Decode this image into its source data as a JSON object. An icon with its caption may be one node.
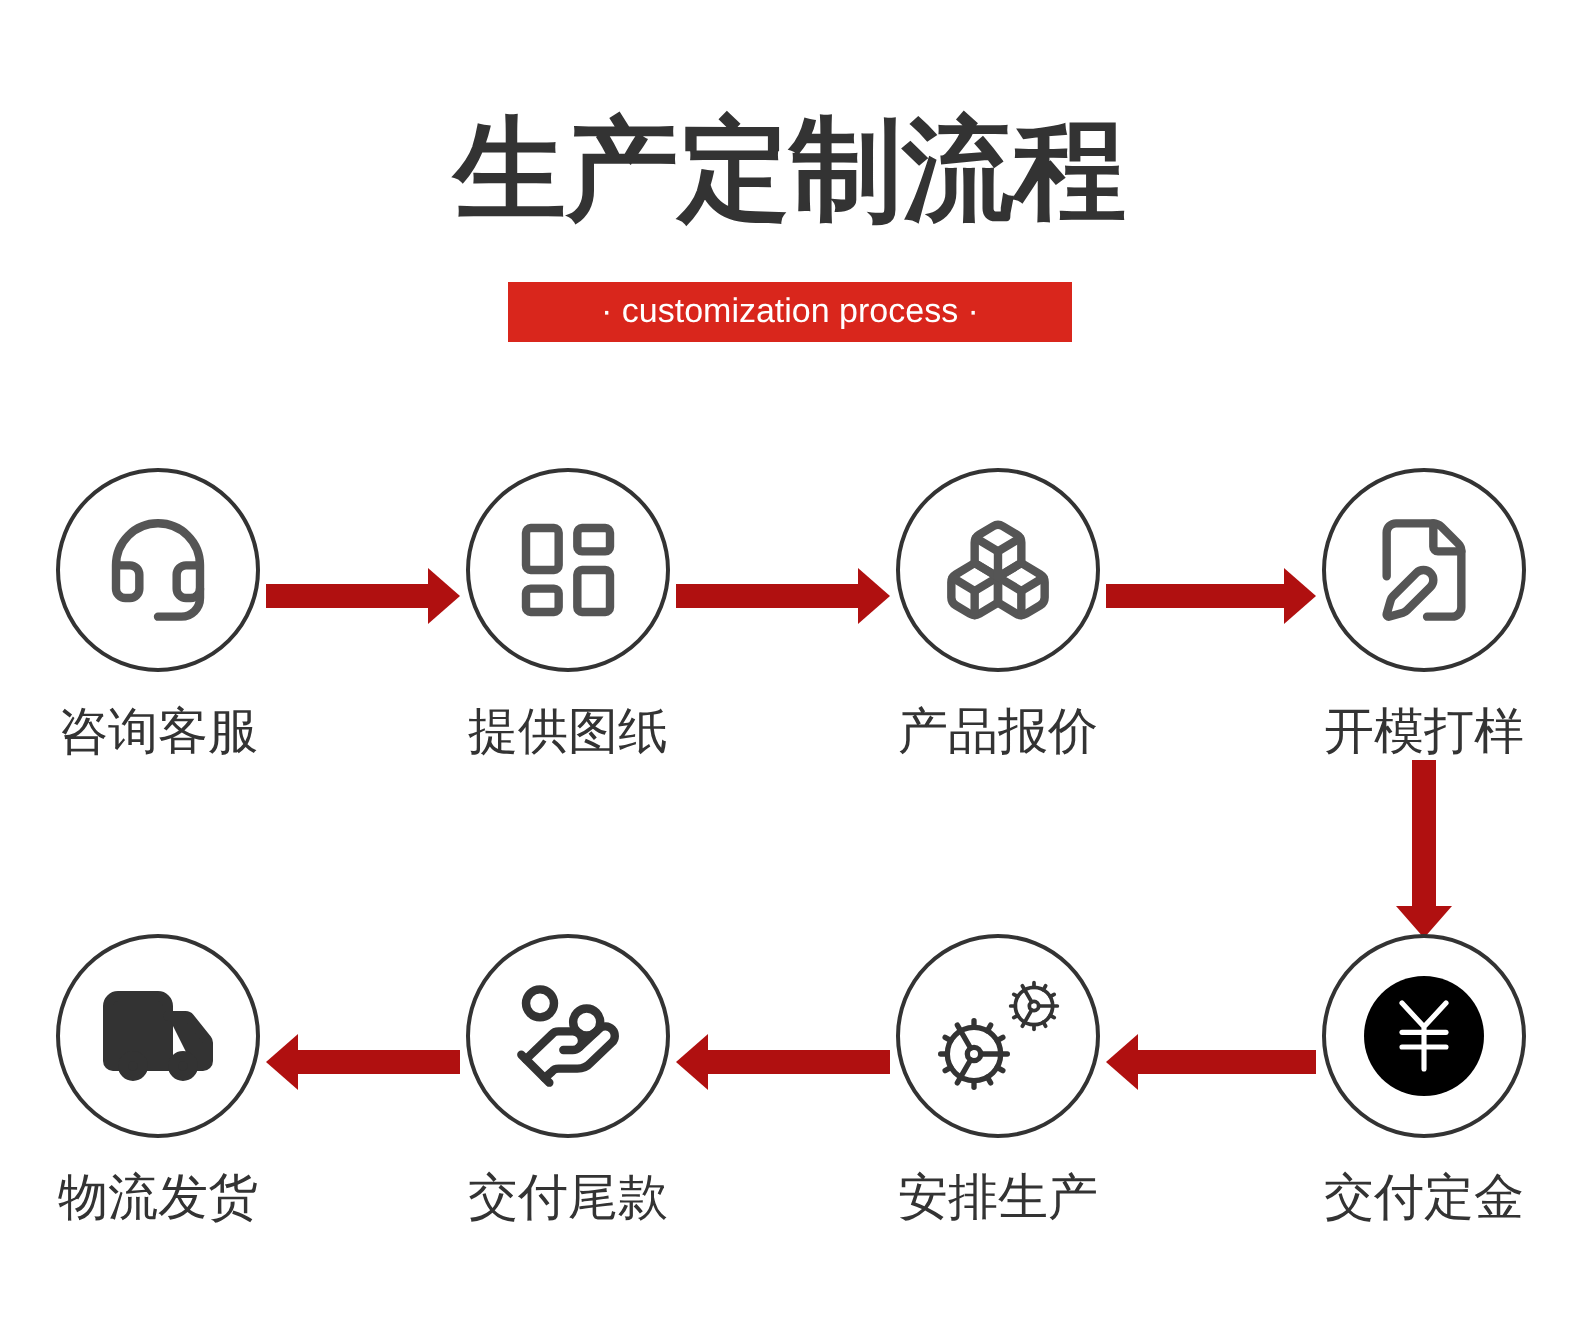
{
  "diagram": {
    "title": "生产定制流程",
    "nodes": [
      {
        "text": [
          "咨询客服"
        ]
      },
      {
        "text": [
          "提供图纸"
        ]
      },
      {
        "text": [
          "产品报价"
        ]
      },
      {
        "text": [
          "开模打样"
        ]
      },
      {
        "text": [
          "物流发货"
        ]
      },
      {
        "text": [
          "交付尾款"
        ]
      },
      {
        "text": [
          "安排生产"
        ]
      },
      {
        "text": [
          "交付定金"
        ]
      }
    ],
    "edges": [
      {
        "from": 0,
        "to": 1,
        "arrow": "to"
      },
      {
        "from": 1,
        "to": 2,
        "arrow": "to"
      },
      {
        "from": 2,
        "to": 3,
        "arrow": "to"
      },
      {
        "from": 3,
        "to": 7,
        "arrow": "to"
      },
      {
        "from": 7,
        "to": 6,
        "arrow": "to"
      },
      {
        "from": 6,
        "to": 5,
        "arrow": "to"
      },
      {
        "from": 5,
        "to": 4,
        "arrow": "to"
      }
    ],
    "labels": [
      "· customization process ·"
    ]
  }
}
